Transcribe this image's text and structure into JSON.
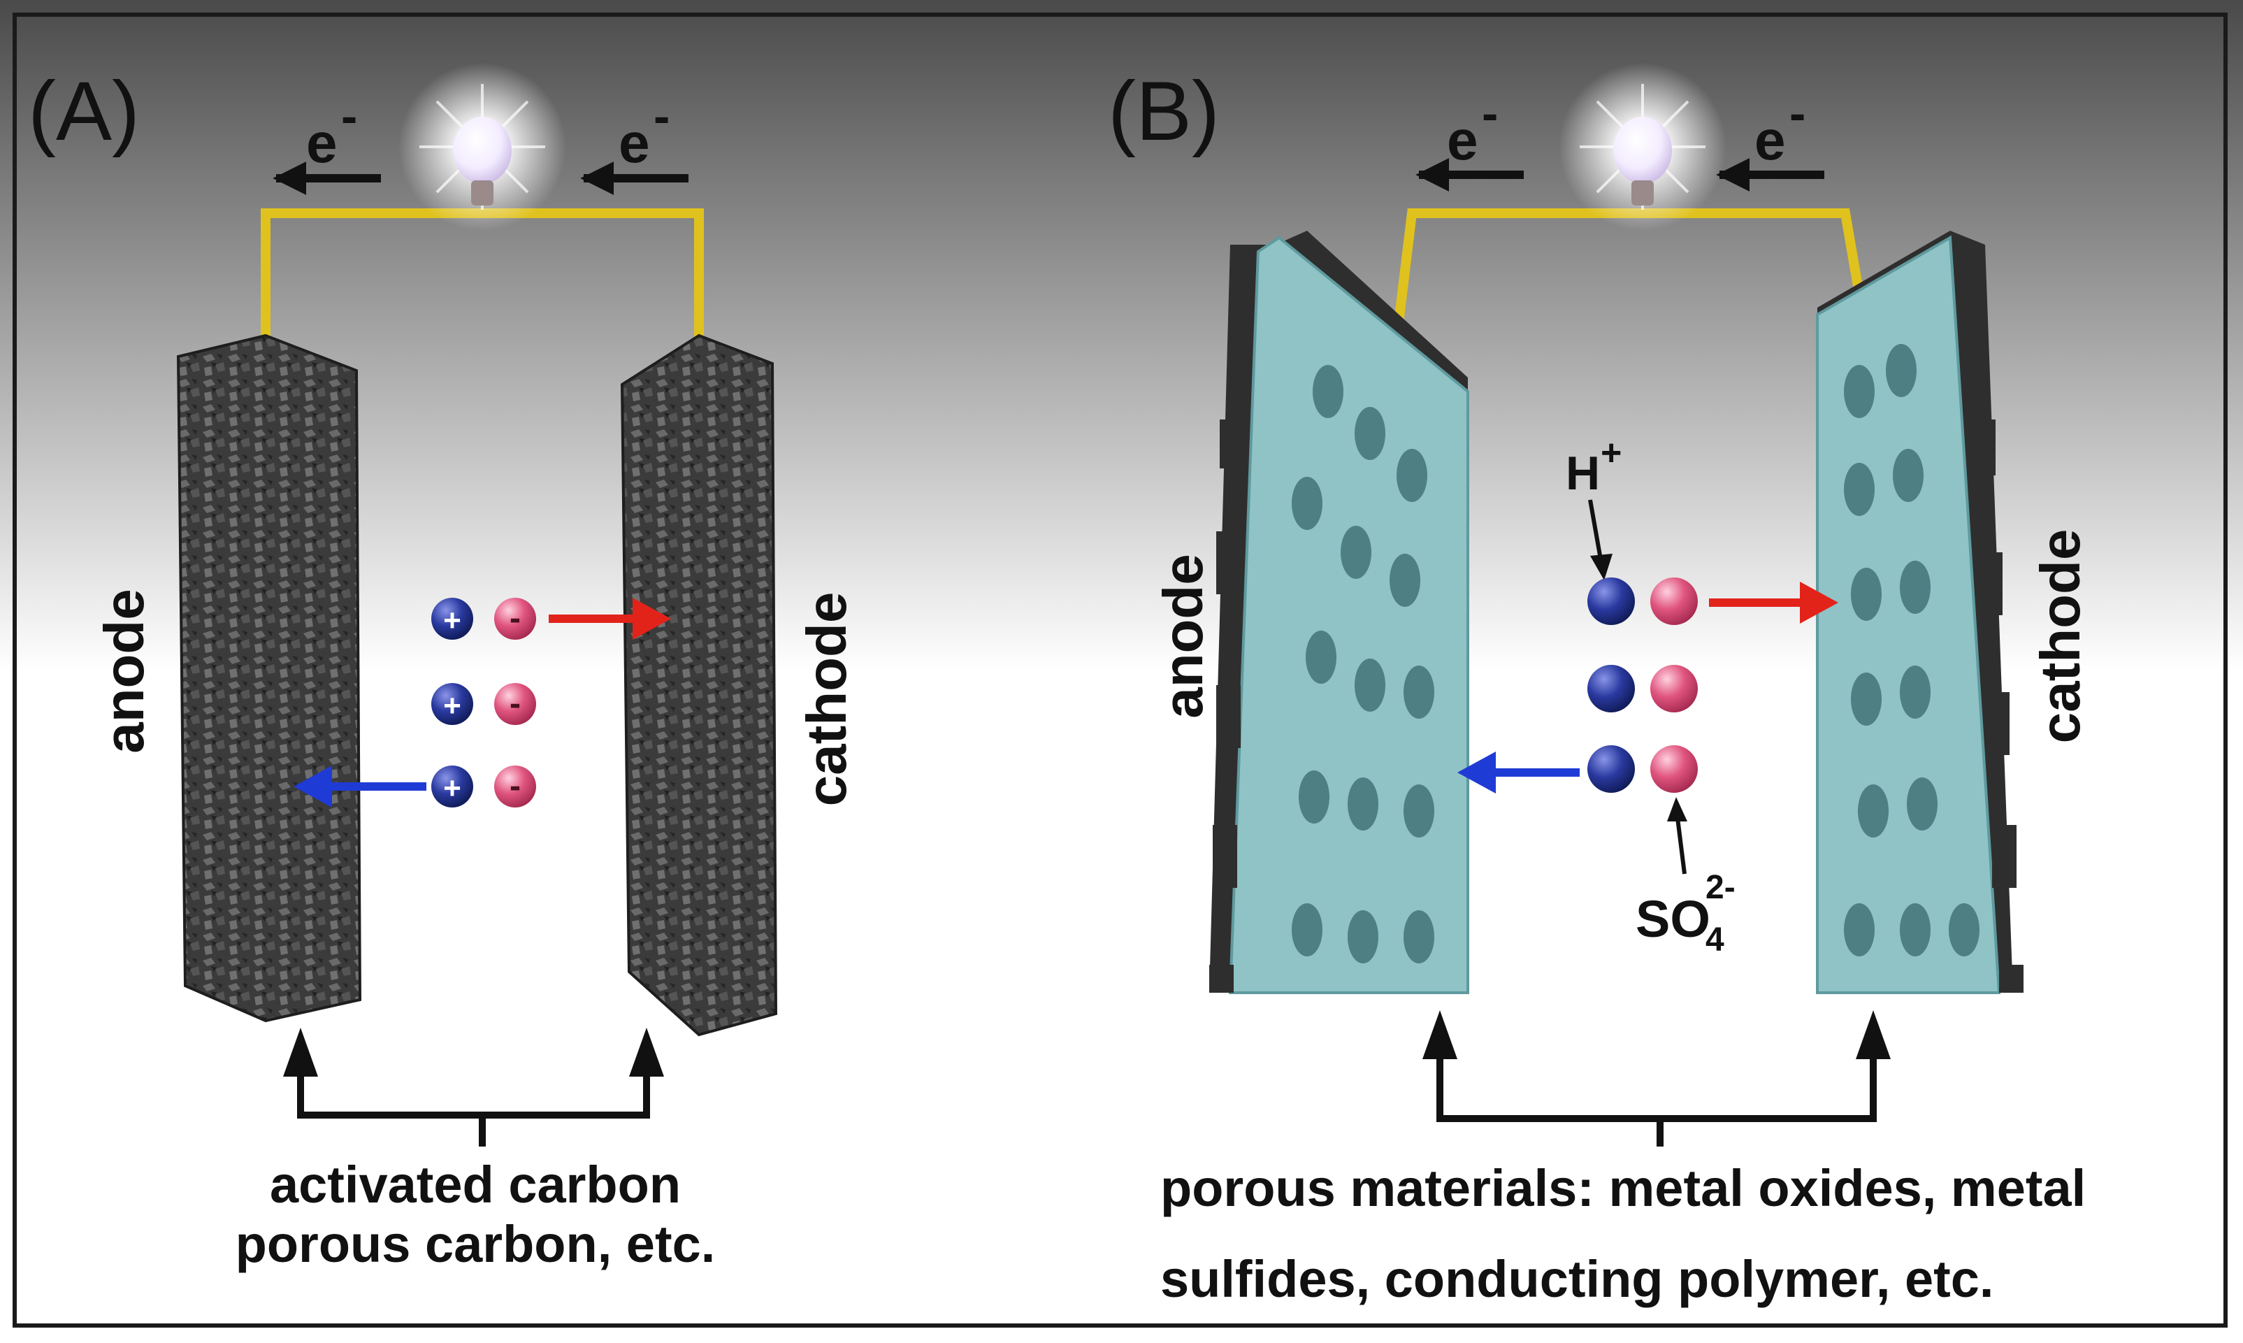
{
  "colors": {
    "background_top": "#4a4a4a",
    "background_fade": "#ffffff",
    "wire": "#e0c21e",
    "carbon_electrode": "#3a3a3a",
    "porous_electrode": "#8fc3c6",
    "cation": "#1b2a78",
    "anion": "#d8457a",
    "arrow_red": "#e2231a",
    "arrow_blue": "#1f3bd6",
    "text": "#111111"
  },
  "panel_a": {
    "label": "(A)",
    "electron_left": "e",
    "electron_right": "e",
    "electron_charge": "-",
    "anode_label": "anode",
    "cathode_label": "cathode",
    "caption_line1": "activated carbon",
    "caption_line2": "porous carbon, etc.",
    "cation_symbol": "+",
    "anion_symbol": "-"
  },
  "panel_b": {
    "label": "(B)",
    "electron_left": "e",
    "electron_right": "e",
    "electron_charge": "-",
    "anode_label": "anode",
    "cathode_label": "cathode",
    "proton_label": "H",
    "proton_charge": "+",
    "sulfate_base": "SO",
    "sulfate_subscript": "4",
    "sulfate_charge": "2-",
    "caption_line1": "porous materials: metal oxides, metal",
    "caption_line2": "sulfides, conducting polymer, etc."
  },
  "icons": [
    "light-bulb-icon",
    "electron-arrow-icon",
    "ion-arrow-icon",
    "pointer-arrow-icon"
  ]
}
